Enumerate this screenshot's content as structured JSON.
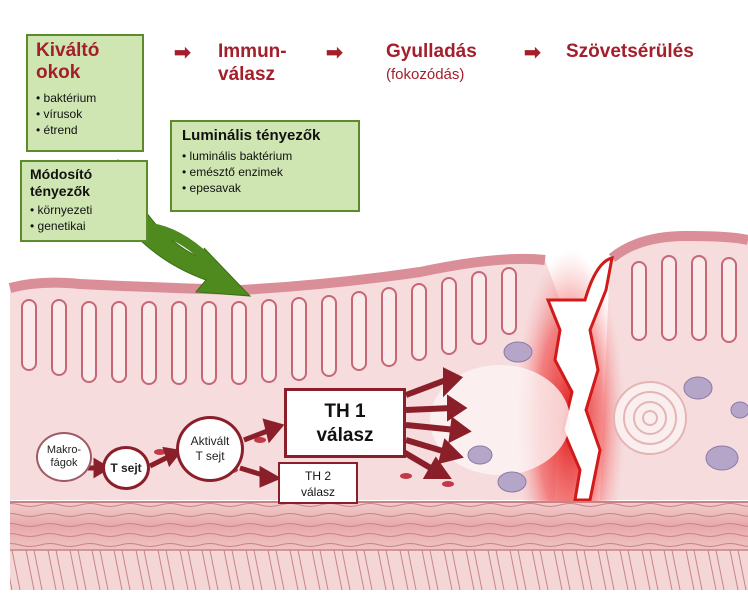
{
  "header": {
    "step1_line1": "Kiváltó",
    "step1_line2": "okok",
    "step2_line1": "Immun-",
    "step2_line2": "válasz",
    "step3": "Gyulladás",
    "step3_sub": "(fokozódás)",
    "step4": "Szövetsérülés"
  },
  "triggers": {
    "items": [
      "baktérium",
      "vírusok",
      "étrend"
    ]
  },
  "luminal": {
    "title": "Luminális tényezők",
    "items": [
      "luminális baktérium",
      "emésztő enzimek",
      "epesavak"
    ]
  },
  "modifiers": {
    "title_line1": "Módosító",
    "title_line2": "tényezők",
    "items": [
      "környezeti",
      "genetikai"
    ]
  },
  "cells": {
    "macrophage_line1": "Makro-",
    "macrophage_line2": "fágok",
    "tcell": "T sejt",
    "activated_line1": "Aktivált",
    "activated_line2": "T sejt"
  },
  "responses": {
    "th1_line1": "TH 1",
    "th1_line2": "válasz",
    "th2_line1": "TH 2",
    "th2_line2": "válasz"
  },
  "colors": {
    "accent_red": "#a31f2b",
    "box_green": "#cfe6b2",
    "box_border": "#5d8b2c",
    "tissue_pink": "#f3c9cf",
    "muscle": "#e9b5b5"
  }
}
